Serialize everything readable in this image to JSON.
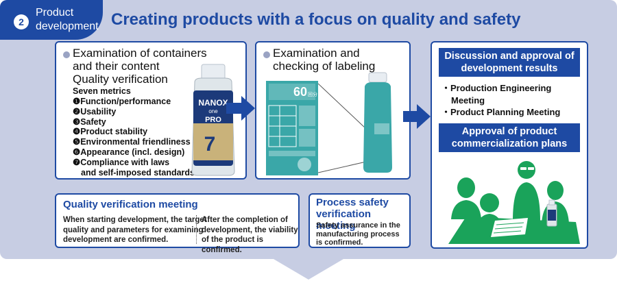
{
  "step": {
    "number": "2",
    "label_line1": "Product",
    "label_line2": "development"
  },
  "title": "Creating products with a focus on quality and safety",
  "box1": {
    "heading_line1": "Examination of containers",
    "heading_line2": "and their content",
    "heading_line3": "Quality verification",
    "subheading": "Seven metrics",
    "metrics": [
      "❶Function/performance",
      "❷Usability",
      "❸Safety",
      "❹Product stability",
      "❺Environmental friendliness",
      "❻Appearance (incl. design)",
      "❼Compliance with laws",
      "and self-imposed standards"
    ],
    "bottle_brand": "NANOX",
    "bottle_sub": "one",
    "bottle_variant": "PRO"
  },
  "box2": {
    "heading_line1": "Examination and",
    "heading_line2": "checking of labeling",
    "label_big": "60",
    "label_unit": "回分"
  },
  "box3": {
    "discussion_line1": "Discussion and approval of",
    "discussion_line2": "development results",
    "meetings": [
      "・Production Engineering",
      "Meeting",
      "・Product Planning Meeting"
    ],
    "approval_line1": "Approval of product",
    "approval_line2": "commercialization plans"
  },
  "quality_meeting": {
    "title": "Quality verification meeting",
    "left_text": [
      "When starting development, the target",
      "quality and parameters for examining",
      "development are confirmed."
    ],
    "right_text": [
      "After the completion of",
      "development, the viability",
      "of the product is confirmed."
    ]
  },
  "process_meeting": {
    "title_line1": "Process safety",
    "title_line2": "verification meeting",
    "text": [
      "Safety assurance in the",
      "manufacturing process",
      "is confirmed."
    ]
  },
  "colors": {
    "navy": "#1e4aa3",
    "panel": "#c7cde3",
    "green": "#1aa35a",
    "teal": "#3aa7a8"
  }
}
